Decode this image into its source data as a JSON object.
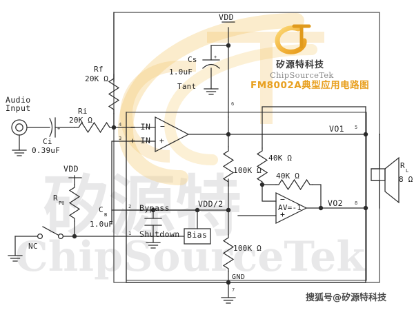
{
  "diagram": {
    "title_cn": "FM8002A典型应用电路图",
    "brand_cn": "矽源特科技",
    "brand_en": "ChipSourceTek",
    "footer_watermark": "搜狐号@矽源特科技",
    "accent_color": "#e8a020",
    "line_color": "#2b2b2b",
    "watermark_color": "#78787d"
  },
  "watermarks": {
    "cjk_big": "矽源特",
    "latin_big": "ChipSourceTek"
  },
  "labels": {
    "audio_input": "Audio\nInput",
    "ci_name": "Ci",
    "ci_value": "0.39uF",
    "ri_name": "Ri",
    "ri_value": "20K Ω",
    "rf_name": "Rf",
    "rf_value": "20K Ω",
    "cs_name": "Cs",
    "cs_value": "1.0uF",
    "cs_type": "Tant",
    "vdd_top": "VDD",
    "vdd_pullup": "VDD",
    "rpu_name": "R",
    "rpu_sub": "PU",
    "cb_name": "C",
    "cb_sub": "B",
    "cb_value": "1.0uF",
    "nc_switch": "NC",
    "neg_in": "− IN",
    "pos_in": "+ IN",
    "bypass": "Bypass",
    "shutdown": "Shutdown",
    "bias_block": "Bias",
    "vdd_half": "VDD/2",
    "gnd": "GND",
    "vo1": "VO1",
    "vo2": "VO2",
    "gain2": "AV=-1",
    "r100k_a": "100K Ω",
    "r100k_b": "100K Ω",
    "r40k_a": "40K Ω",
    "r40k_b": "40K Ω",
    "speaker_name": "R",
    "speaker_sub": "L",
    "speaker_value": "8 Ω"
  },
  "pins": {
    "shutdown": "1",
    "bypass": "2",
    "pos_in": "3",
    "neg_in": "4",
    "vo1": "5",
    "vdd": "6",
    "gnd": "7",
    "vo2": "8"
  }
}
